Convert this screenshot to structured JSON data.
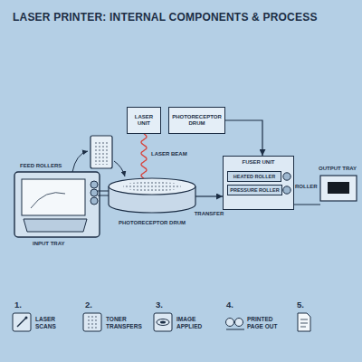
{
  "diagram": {
    "title": "LASER PRINTER: INTERNAL COMPONENTS & PROCESS",
    "nodes": [
      {
        "text": [
          "LASER UNIT"
        ]
      },
      {
        "text": [
          "PHOTORECEPTOR DRUM"
        ]
      },
      {
        "text": [
          "PHOTORECEPTOR DRUM"
        ]
      },
      {
        "text": [
          "FUSER UNIT"
        ]
      },
      {
        "text": [
          "HEATED ROLLER"
        ],
        "in": 3
      },
      {
        "text": [
          "PRESSURE ROLLER"
        ],
        "in": 3
      }
    ],
    "edges": [
      {
        "from": 0,
        "to": 2,
        "arrow": "none",
        "label": "LASER BEAM"
      },
      {
        "from": 1,
        "to": 3,
        "arrow": "to"
      },
      {
        "from": 2,
        "to": 3,
        "arrow": "to",
        "label": "TRANSFER"
      }
    ],
    "labels": [
      "FEED ROLLERS",
      "INPUT TRAY",
      "ROLLER",
      "OUTPUT TRAY",
      "1.",
      "LASER SCANS",
      "2.",
      "TONER TRANSFERS",
      "3.",
      "IMAGE APPLIED",
      "4.",
      "PRINTED PAGE OUT",
      "5."
    ]
  }
}
